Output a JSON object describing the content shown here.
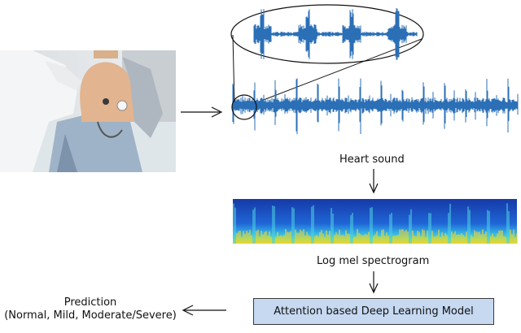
{
  "labels": {
    "heart_sound": "Heart sound",
    "spectrogram": "Log mel spectrogram",
    "model": "Attention based Deep Learning Model",
    "prediction_title": "Prediction",
    "prediction_classes": "(Normal, Mild, Moderate/Severe)"
  },
  "colors": {
    "waveform": "#2b6fb6",
    "model_box_fill": "#c6d9f1",
    "arrow": "#111111",
    "spectrogram_high": "#f6d21c",
    "spectrogram_low": "#1a3fb0"
  },
  "photo": {
    "description_icon": "patient-auscultation-photo"
  }
}
